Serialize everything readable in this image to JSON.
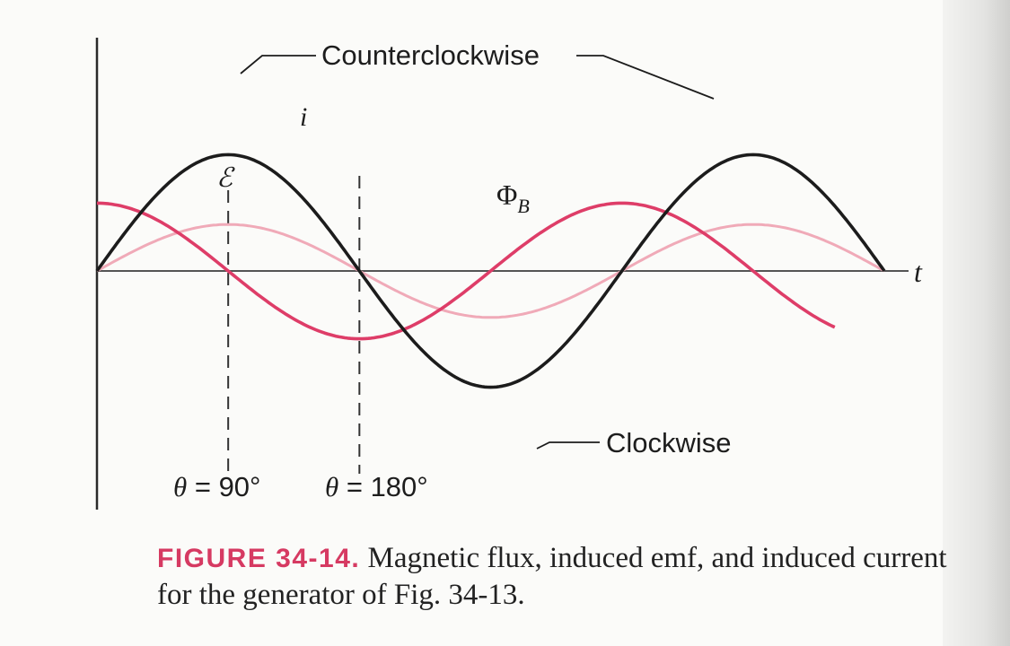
{
  "chart_data": {
    "type": "line",
    "xlabel": "t",
    "x_range_deg": [
      0,
      540
    ],
    "ylim": [
      -1.5,
      1.5
    ],
    "grid": false,
    "series": [
      {
        "name": "i",
        "amplitude": 1.2,
        "phase_deg": 0,
        "function": "sin",
        "color": "#1c1c1c"
      },
      {
        "name": "ℰ",
        "amplitude": 0.48,
        "phase_deg": 0,
        "function": "sin",
        "color": "#f0aab8"
      },
      {
        "name": "Φ",
        "subscript": "B",
        "amplitude": 0.7,
        "phase_deg": 90,
        "function": "cos",
        "color": "#de3d68"
      }
    ],
    "markers": [
      {
        "label_prefix": "θ",
        "label_suffix": " = 90°",
        "x_deg": 90
      },
      {
        "label_prefix": "θ",
        "label_suffix": " = 180°",
        "x_deg": 180
      }
    ],
    "annotations": [
      "Counterclockwise",
      "Clockwise"
    ]
  },
  "caption": {
    "label": "FIGURE 34-14.",
    "text": "Magnetic flux, induced emf, and induced current for the generator of Fig. 34-13."
  }
}
